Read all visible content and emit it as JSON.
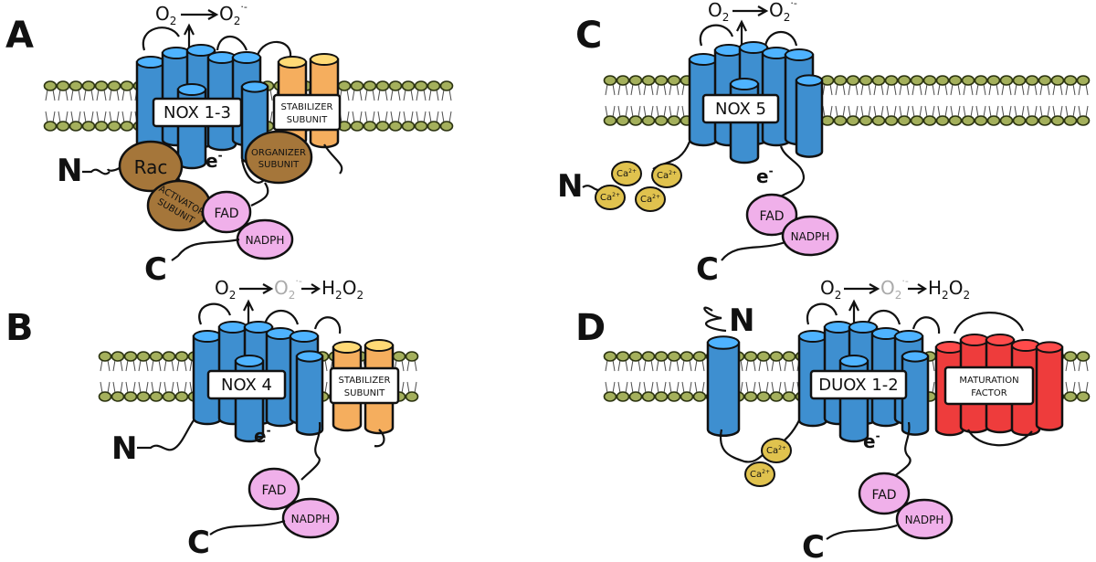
{
  "colors": {
    "nox_blue": "#3e8fd0",
    "stabilizer_orange": "#f5ae5e",
    "maturation_red": "#ee3c3c",
    "rac_brown": "#a5763a",
    "fad_pink": "#f0b0ea",
    "calcium_yellow": "#e0c24e",
    "lipid_green": "#a4b05c"
  },
  "panels": [
    {
      "letter": "A",
      "enzyme": "NOX 1-3",
      "reaction": {
        "substrate": "O",
        "substrate_sub": "2",
        "product": "O",
        "product_sub": "2",
        "product_sup": "·-"
      },
      "partner_label": [
        "STABILIZER",
        "SUBUNIT"
      ],
      "organizer_label": [
        "ORGANIZER",
        "SUBUNIT"
      ],
      "activator_label": [
        "ACTIVATOR",
        "SUBUNIT"
      ],
      "rac_label": "Rac",
      "fad": "FAD",
      "nadph": "NADPH",
      "electron": "e",
      "electron_sup": "-",
      "n_term": "N",
      "c_term": "C"
    },
    {
      "letter": "B",
      "enzyme": "NOX 4",
      "reaction": {
        "substrate": "O",
        "substrate_sub": "2",
        "intermediate": "O",
        "intermediate_sub": "2",
        "intermediate_sup": "·-",
        "product": "H",
        "product_sub1": "2",
        "product_mid": "O",
        "product_sub2": "2"
      },
      "partner_label": [
        "STABILIZER",
        "SUBUNIT"
      ],
      "fad": "FAD",
      "nadph": "NADPH",
      "electron": "e",
      "electron_sup": "-",
      "n_term": "N",
      "c_term": "C"
    },
    {
      "letter": "C",
      "enzyme": "NOX 5",
      "reaction": {
        "substrate": "O",
        "substrate_sub": "2",
        "product": "O",
        "product_sub": "2",
        "product_sup": "·-"
      },
      "calcium": "Ca",
      "calcium_sup": "2+",
      "fad": "FAD",
      "nadph": "NADPH",
      "electron": "e",
      "electron_sup": "-",
      "n_term": "N",
      "c_term": "C"
    },
    {
      "letter": "D",
      "enzyme": "DUOX 1-2",
      "reaction": {
        "substrate": "O",
        "substrate_sub": "2",
        "intermediate": "O",
        "intermediate_sub": "2",
        "intermediate_sup": "·-",
        "product": "H",
        "product_sub1": "2",
        "product_mid": "O",
        "product_sub2": "2"
      },
      "partner_label": [
        "MATURATION",
        "FACTOR"
      ],
      "calcium": "Ca",
      "calcium_sup": "2+",
      "fad": "FAD",
      "nadph": "NADPH",
      "electron": "e",
      "electron_sup": "-",
      "n_term": "N",
      "c_term": "C"
    }
  ]
}
